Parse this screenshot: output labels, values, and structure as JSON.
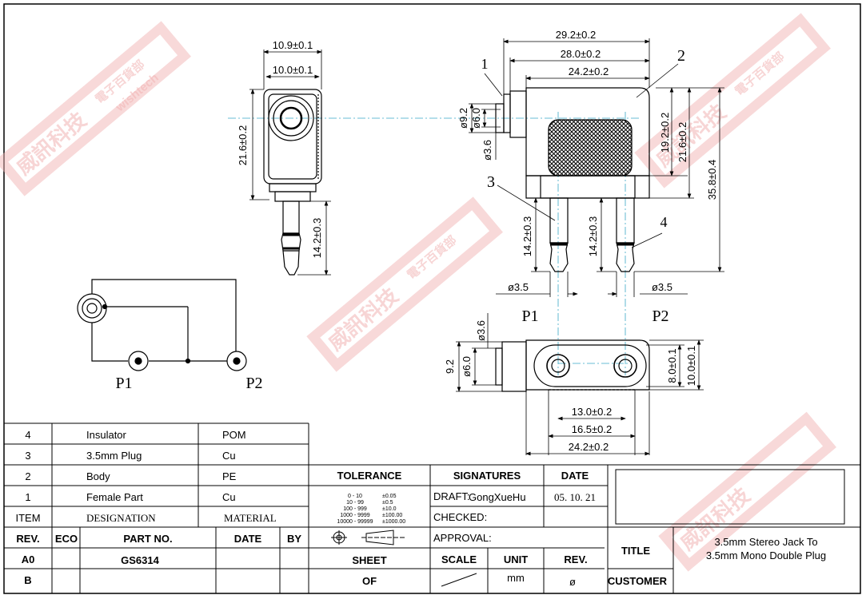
{
  "watermark": {
    "brand_cn": "威訊科技",
    "brand_en": "wishtech",
    "sub_cn": "電子百貨部"
  },
  "views": {
    "side": {
      "dims": {
        "outer_width": "10.9±0.1",
        "inner_width": "10.0±0.1",
        "height": "21.6±0.2",
        "plug_length": "14.2±0.3"
      }
    },
    "front": {
      "callouts": [
        "1",
        "2",
        "3",
        "4"
      ],
      "dims": {
        "overall_width": "29.2±0.2",
        "body_width1": "28.0±0.2",
        "body_width2": "24.2±0.2",
        "socket_dia1": "ø9.2",
        "socket_dia2": "ø6.0",
        "socket_dia3": "ø3.6",
        "body_height1": "19.2±0.2",
        "body_height2": "21.6±0.2",
        "total_height": "35.8±0.4",
        "plug1_length": "14.2±0.3",
        "plug2_length": "14.2±0.3",
        "plug1_dia": "ø3.5",
        "plug2_dia": "ø3.5"
      },
      "plug_labels": [
        "P1",
        "P2"
      ]
    },
    "bottom": {
      "dims": {
        "dia_small": "ø3.6",
        "dia_mid": "ø6.0",
        "height": "9.2",
        "inner_height": "8.0±0.1",
        "outer_height": "10.0±0.1",
        "pitch": "13.0±0.2",
        "slot_width": "16.5±0.2",
        "body_width": "24.2±0.2"
      }
    },
    "schematic": {
      "labels": [
        "P1",
        "P2"
      ]
    }
  },
  "bom": {
    "rows": [
      {
        "item": "4",
        "designation": "Insulator",
        "material": "POM"
      },
      {
        "item": "3",
        "designation": "3.5mm Plug",
        "material": "Cu"
      },
      {
        "item": "2",
        "designation": "Body",
        "material": "PE"
      },
      {
        "item": "1",
        "designation": "Female Part",
        "material": "Cu"
      }
    ],
    "header": {
      "item": "ITEM",
      "designation": "DESIGNATION",
      "material": "MATERIAL"
    }
  },
  "revision": {
    "header": {
      "rev": "REV.",
      "eco": "ECO",
      "part_no": "PART NO.",
      "date": "DATE",
      "by": "BY"
    },
    "rows": [
      {
        "rev": "A0",
        "part_no": "GS6314"
      },
      {
        "rev": "B",
        "part_no": ""
      }
    ]
  },
  "tolerance": {
    "title": "TOLERANCE",
    "table": [
      {
        "range": "0 - 10",
        "tol": "±0.05"
      },
      {
        "range": "10 - 99",
        "tol": "±0.5"
      },
      {
        "range": "100 - 999",
        "tol": "±10.0"
      },
      {
        "range": "1000 - 9999",
        "tol": "±100.00"
      },
      {
        "range": "10000 - 99999",
        "tol": "±1000.00"
      }
    ]
  },
  "signatures": {
    "title": "SIGNATURES",
    "draft_label": "DRAFT:",
    "draft_name": "GongXueHu",
    "checked_label": "CHECKED:",
    "approval_label": "APPROVAL:"
  },
  "date_block": {
    "title": "DATE",
    "value": "05. 10. 21"
  },
  "sheet_block": {
    "sheet": "SHEET",
    "of": "OF",
    "scale": "SCALE",
    "unit": "UNIT",
    "unit_value": "mm",
    "rev": "REV.",
    "rev_value": "ø"
  },
  "title_block": {
    "title_label": "TITLE",
    "title_line1": "3.5mm Stereo Jack To",
    "title_line2": "3.5mm Mono Double Plug",
    "customer_label": "CUSTOMER"
  }
}
